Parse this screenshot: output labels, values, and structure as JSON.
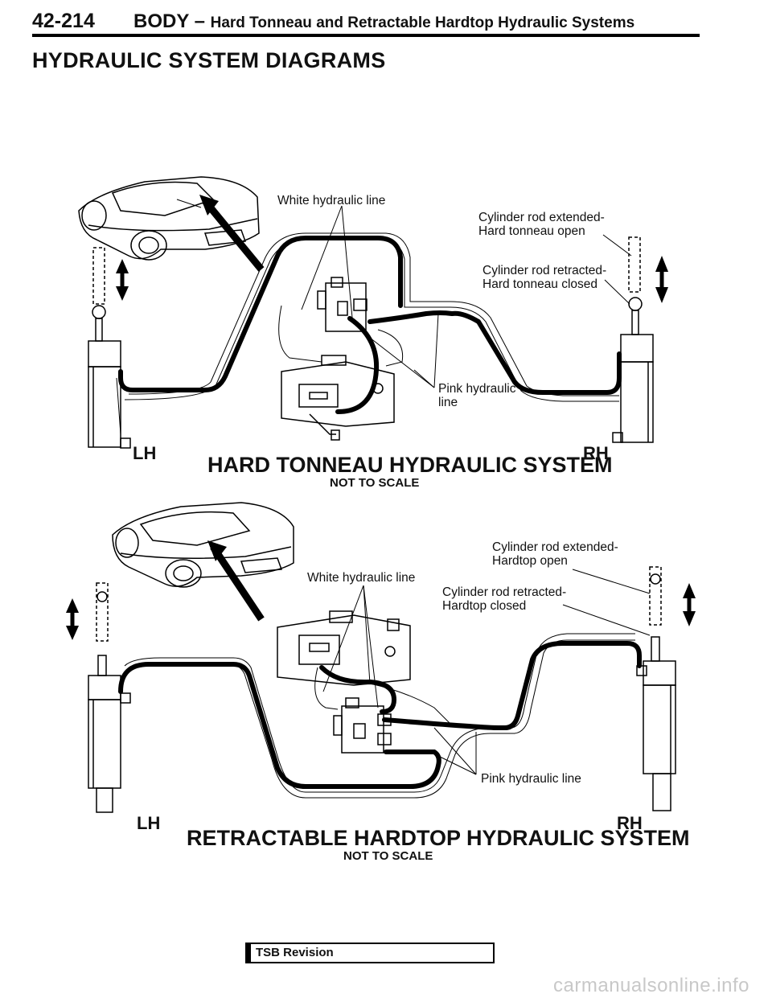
{
  "header": {
    "page_number": "42-214",
    "section": "BODY –",
    "subtitle": "Hard Tonneau and Retractable Hardtop Hydraulic Systems"
  },
  "page_title": "HYDRAULIC SYSTEM DIAGRAMS",
  "diagram1": {
    "title": "HARD TONNEAU HYDRAULIC SYSTEM",
    "scale_note": "NOT TO SCALE",
    "left_label": "LH",
    "right_label": "RH",
    "white_line_label": "White hydraulic line",
    "extended_label": [
      "Cylinder rod extended-",
      "Hard tonneau open"
    ],
    "retracted_label": [
      "Cylinder rod retracted-",
      "Hard tonneau closed"
    ],
    "pink_line_label": [
      "Pink hydraulic",
      "line"
    ]
  },
  "diagram2": {
    "title": "RETRACTABLE HARDTOP HYDRAULIC SYSTEM",
    "scale_note": "NOT TO SCALE",
    "left_label": "LH",
    "right_label": "RH",
    "white_line_label": "White hydraulic line",
    "extended_label": [
      "Cylinder rod extended-",
      "Hardtop open"
    ],
    "retracted_label": [
      "Cylinder rod retracted-",
      "Hardtop closed"
    ],
    "pink_line_label": "Pink hydraulic line"
  },
  "footer": {
    "tsb_label": "TSB Revision",
    "watermark": "carmanualsonline.info"
  }
}
